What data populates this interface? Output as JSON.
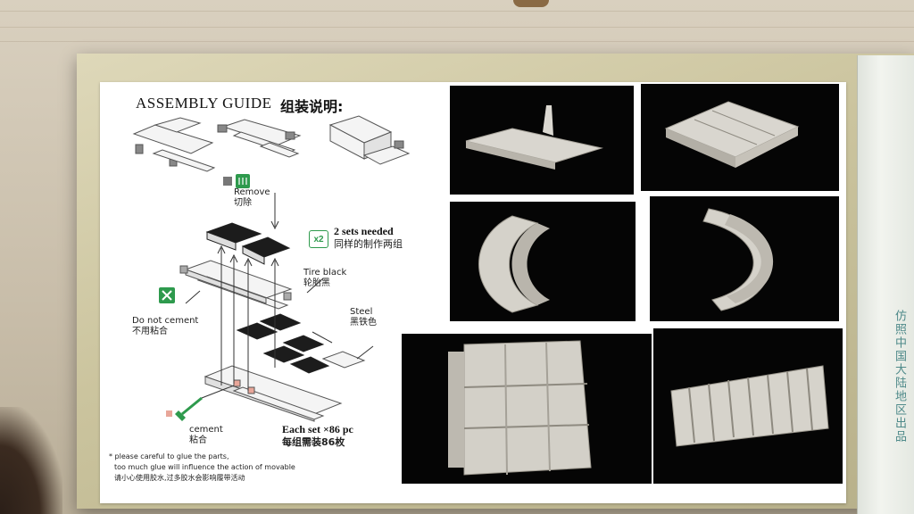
{
  "guide": {
    "title": "ASSEMBLY GUIDE",
    "title_cn": "组装说明:",
    "remove_label": "Remove",
    "remove_label_cn": "切除",
    "sets_needed": "2 sets needed",
    "sets_needed_cn": "同样的制作两组",
    "x2_badge": "x2",
    "tire_black": "Tire black",
    "tire_black_cn": "轮胎黑",
    "do_not_cement": "Do not cement",
    "do_not_cement_cn": "不用粘合",
    "steel": "Steel",
    "steel_cn": "黑铁色",
    "cement": "cement",
    "cement_cn": "粘合",
    "each_set": "Each set ×86 pc",
    "each_set_cn": "每组需装86枚",
    "note_line1": "* please careful to glue the parts,",
    "note_line2": "too much glue will influence the action of movable",
    "note_cn": "请小心使用胶水,过多胶水会影响履带活动"
  },
  "box": {
    "flap_text": "仿照中国大陆地区出品"
  },
  "photos": [
    {
      "name": "single-track-link-photo"
    },
    {
      "name": "three-link-segment-photo"
    },
    {
      "name": "curved-track-front-photo"
    },
    {
      "name": "curved-track-back-photo"
    },
    {
      "name": "track-links-closeup-photo"
    },
    {
      "name": "long-track-run-photo"
    }
  ],
  "colors": {
    "accent_green": "#2e9a4d",
    "cement_pink": "#e8a699",
    "photo_background": "#050505"
  }
}
